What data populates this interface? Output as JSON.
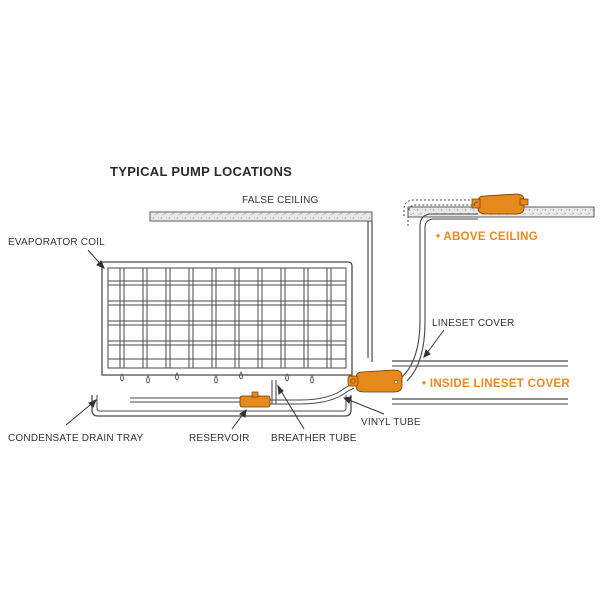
{
  "title": "TYPICAL PUMP LOCATIONS",
  "labels": {
    "false_ceiling": "FALSE CEILING",
    "evaporator_coil": "EVAPORATOR COIL",
    "lineset_cover": "LINESET COVER",
    "condensate_drain_tray": "CONDENSATE DRAIN TRAY",
    "reservoir": "RESERVOIR",
    "breather_tube": "BREATHER TUBE",
    "vinyl_tube": "VINYL TUBE"
  },
  "locations": {
    "above_ceiling": "• ABOVE CEILING",
    "inside_lineset_cover": "• INSIDE LINESET COVER"
  },
  "colors": {
    "accent": "#e8891e",
    "line": "#4a4a4a",
    "text": "#333333"
  }
}
